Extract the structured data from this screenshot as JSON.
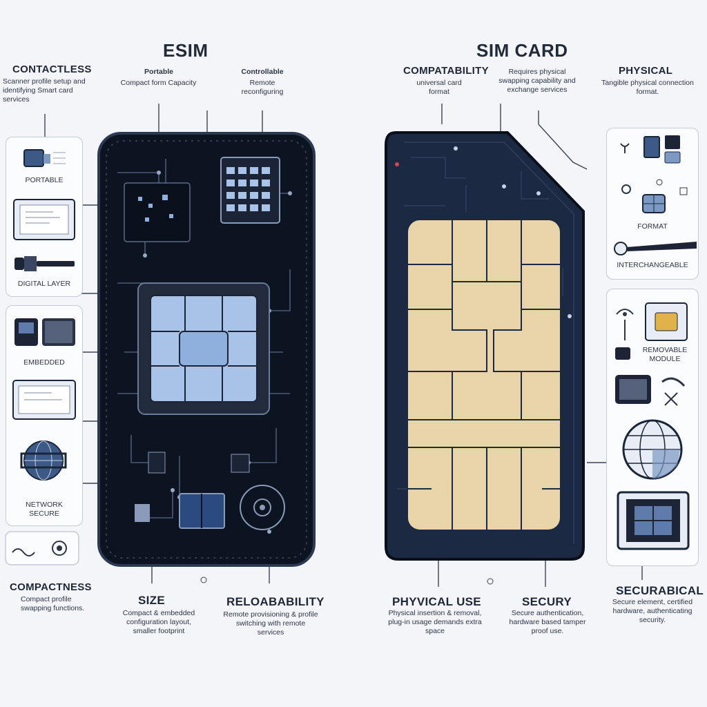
{
  "esim": {
    "title": "ESIM",
    "top": {
      "contactless_head": "CONTACTLESS",
      "contactless_text": "Scanner profile setup and identifying Smart card services",
      "portable_head": "Portable",
      "portable_text": "Compact form Capacity",
      "controllable_head": "Controllable",
      "controllable_text": "Remote reconfiguring"
    },
    "side": {
      "label_1": "PORTABLE",
      "label_2": "DIGITAL LAYER",
      "label_3": "EMBEDDED",
      "label_4": "NETWORK SECURE"
    },
    "bottom": {
      "compact_head": "COMPACTNESS",
      "compact_text": "Compact profile swapping functions.",
      "size_head": "SIZE",
      "size_text": "Compact & embedded configuration layout, smaller footprint",
      "reliability_head": "RELOABABILITY",
      "reliability_text": "Remote provisioning & profile switching with remote services"
    }
  },
  "sim": {
    "title": "SIM CARD",
    "top": {
      "compat_head": "COMPATABILITY",
      "compat_text": "universal card format",
      "swap_text": "Requires physical swapping capability and exchange services",
      "physical_head": "PHYSICAL",
      "physical_text": "Tangible physical connection format."
    },
    "side": {
      "label_1": "FORMAT",
      "label_2": "INTERCHANGEABLE",
      "label_3": "REMOVABLE MODULE"
    },
    "bottom": {
      "use_head": "PHYVICAL USE",
      "use_text": "Physical insertion & removal, plug-in usage demands extra space",
      "security_head": "SECURY",
      "security_text": "Secure authentication, hardware based tamper proof use.",
      "secure_head": "SECURABICAL",
      "secure_text": "Secure element, certified hardware, authenticating security."
    }
  },
  "colors": {
    "board": "#0d1421",
    "board_edge": "#2c3953",
    "chip_blue": "#a9c3e8",
    "sim_card": "#1b2942",
    "sim_gold": "#e9d3a8"
  }
}
